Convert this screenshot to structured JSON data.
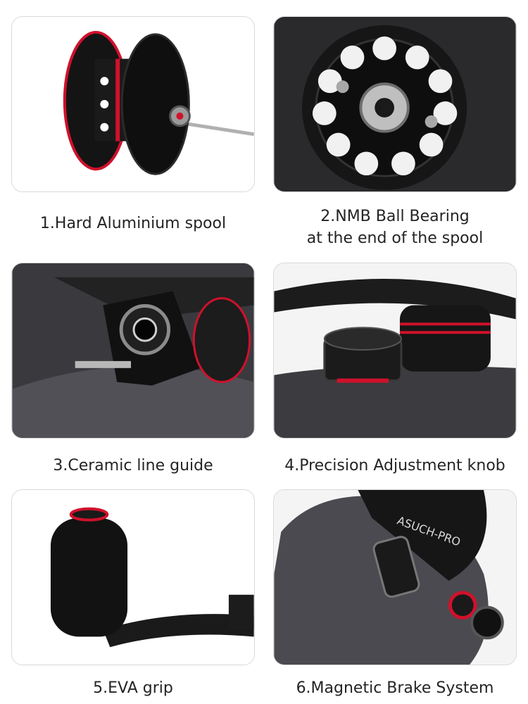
{
  "features": [
    {
      "caption": "1.Hard Aluminium spool",
      "icon": "spool-photo"
    },
    {
      "caption_lines": [
        "2.NMB Ball Bearing",
        "at the end of the spool"
      ],
      "icon": "bearing-photo"
    },
    {
      "caption": "3.Ceramic line guide",
      "icon": "line-guide-photo"
    },
    {
      "caption": "4.Precision Adjustment knob",
      "icon": "adjustment-knob-photo"
    },
    {
      "caption": "5.EVA grip",
      "icon": "eva-grip-photo"
    },
    {
      "caption": "6.Magnetic Brake System",
      "icon": "magnetic-brake-photo"
    }
  ],
  "reel_brand_text": "ASUCH-PRO",
  "colors": {
    "accent_red": "#d0112b",
    "reel_body": "#4a4a50",
    "caption_text": "#242424"
  }
}
